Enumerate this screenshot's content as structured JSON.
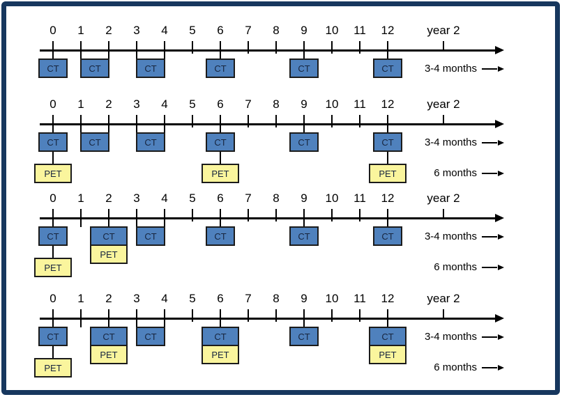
{
  "figure": {
    "border_color": "#17375E",
    "background": "#ffffff"
  },
  "colors": {
    "ct_fill": "#4f81bd",
    "pet_fill": "#faf59d",
    "box_border": "#1b1b1b",
    "axis": "#000000"
  },
  "axis": {
    "month_ticks": [
      "0",
      "1",
      "2",
      "3",
      "4",
      "5",
      "6",
      "7",
      "8",
      "9",
      "10",
      "11",
      "12"
    ],
    "year2_label": "year 2"
  },
  "box_labels": {
    "ct": "CT",
    "pet": "PET"
  },
  "interval_labels": {
    "ct": "3-4 months",
    "pet": "6 months"
  },
  "timelines": [
    {
      "ct_events": [
        {
          "month": 0
        },
        {
          "span": [
            1,
            2
          ]
        },
        {
          "span": [
            3,
            4
          ]
        },
        {
          "month": 6
        },
        {
          "month": 9
        },
        {
          "month": 12
        }
      ],
      "pet_events": [],
      "extra_long_ticks": [],
      "show_ct_interval": true,
      "show_pet_interval": false
    },
    {
      "ct_events": [
        {
          "month": 0
        },
        {
          "span": [
            1,
            2
          ]
        },
        {
          "span": [
            3,
            4
          ]
        },
        {
          "month": 6
        },
        {
          "month": 9
        },
        {
          "month": 12
        }
      ],
      "pet_events": [
        {
          "month": 0,
          "attached": false
        },
        {
          "month": 6,
          "attached": false
        },
        {
          "month": 12,
          "attached": false
        }
      ],
      "extra_long_ticks": [],
      "show_ct_interval": true,
      "show_pet_interval": true
    },
    {
      "ct_events": [
        {
          "month": 0
        },
        {
          "month": 2,
          "wide": true
        },
        {
          "span": [
            3,
            4
          ]
        },
        {
          "month": 6
        },
        {
          "month": 9
        },
        {
          "month": 12
        }
      ],
      "pet_events": [
        {
          "month": 0,
          "attached": false
        },
        {
          "month": 2,
          "attached": true
        }
      ],
      "extra_long_ticks": [
        1
      ],
      "show_ct_interval": true,
      "show_pet_interval": true
    },
    {
      "ct_events": [
        {
          "month": 0
        },
        {
          "month": 2,
          "wide": true
        },
        {
          "span": [
            3,
            4
          ]
        },
        {
          "month": 6,
          "wide": true
        },
        {
          "month": 9
        },
        {
          "month": 12,
          "wide": true
        }
      ],
      "pet_events": [
        {
          "month": 0,
          "attached": false
        },
        {
          "month": 2,
          "attached": true
        },
        {
          "month": 6,
          "attached": true
        },
        {
          "month": 12,
          "attached": true
        }
      ],
      "extra_long_ticks": [
        1
      ],
      "show_ct_interval": true,
      "show_pet_interval": true
    }
  ]
}
